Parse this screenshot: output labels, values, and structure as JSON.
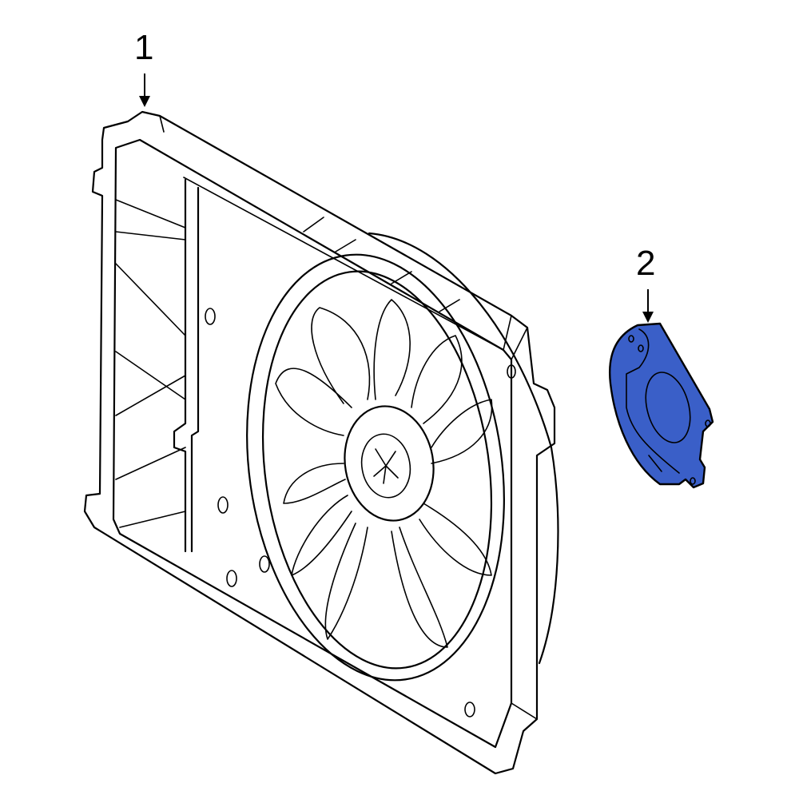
{
  "callouts": [
    {
      "label": "1",
      "part": "fan-shroud-assembly"
    },
    {
      "label": "2",
      "part": "fan-motor-bracket"
    }
  ],
  "colors": {
    "highlight": "#3a5fc8",
    "line": "#000000",
    "background": "#ffffff"
  }
}
